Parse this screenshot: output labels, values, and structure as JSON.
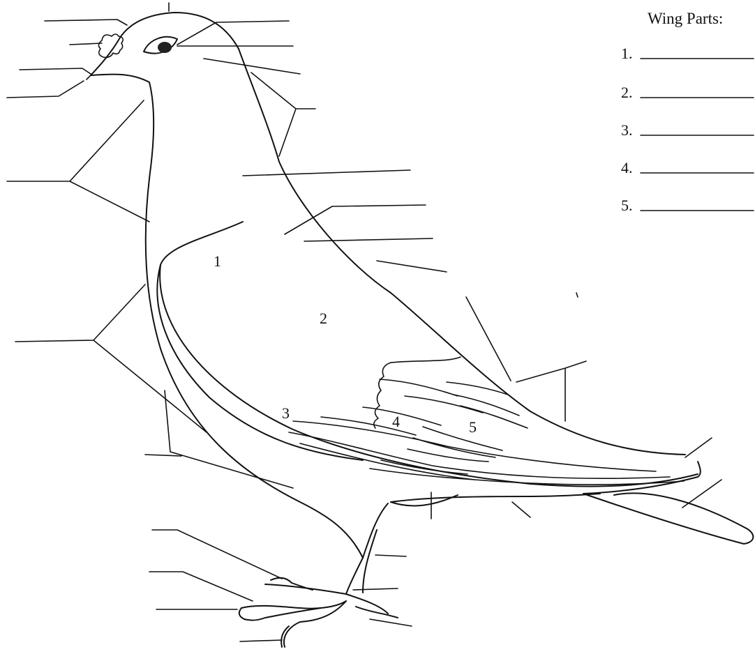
{
  "wing_parts": {
    "title": "Wing Parts:",
    "items": [
      "1.",
      "2.",
      "3.",
      "4.",
      "5."
    ]
  },
  "wing_region_numbers": [
    "1",
    "2",
    "3",
    "4",
    "5"
  ]
}
